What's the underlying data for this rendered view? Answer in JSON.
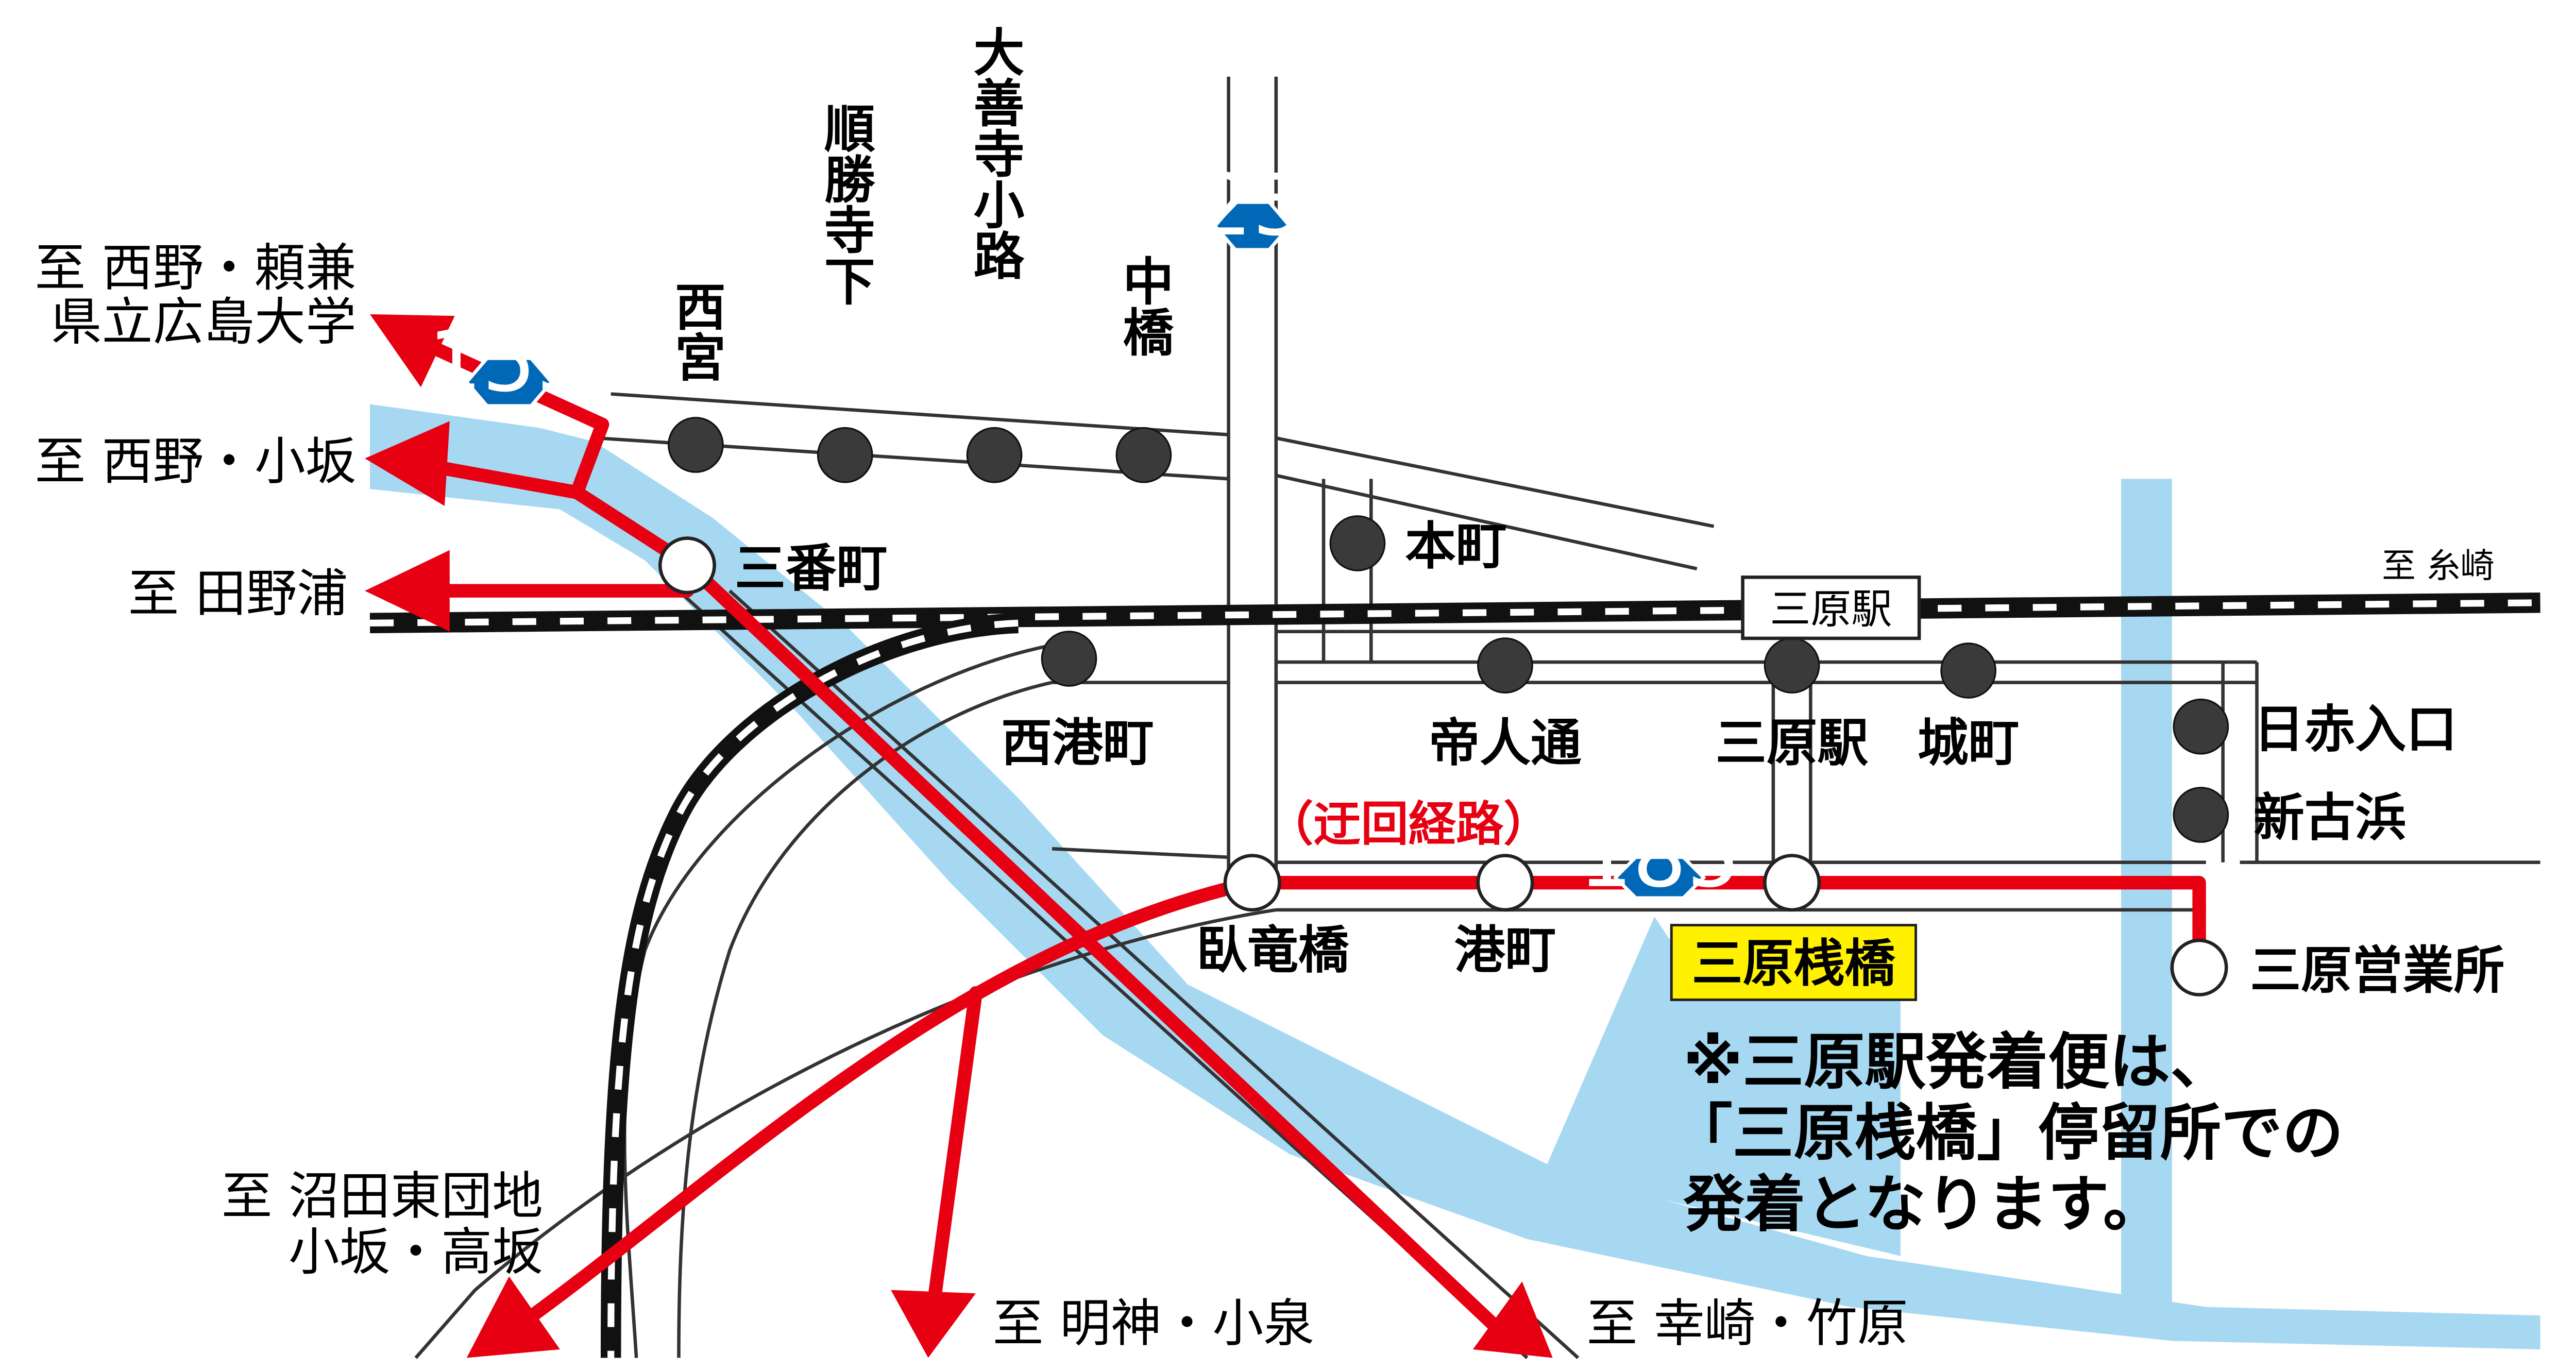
{
  "colors": {
    "route_red": "#e60012",
    "river_blue": "#a7d8f2",
    "road_gray": "#333333",
    "highlight_yellow": "#fff100",
    "shield_blue": "#0068b7",
    "stop_dark": "#3a3a3a"
  },
  "destinations": {
    "nishino_raiken": "至 西野・頼兼",
    "prefectural_univ": "県立広島大学",
    "nishino_kosaka": "至 西野・小坂",
    "tanonoura": "至 田野浦",
    "itozaki": "至 糸崎",
    "numata_line1": "至 沼田東団地",
    "numata_line2": "小坂・高坂",
    "myojin": "至 明神・小泉",
    "kozaki": "至 幸崎・竹原"
  },
  "stops_regular": {
    "nishimiya": "西宮",
    "junshoji": "順勝寺下",
    "daizenji": "大善寺小路",
    "nakabashi": "中橋",
    "honmachi": "本町",
    "nishiminato": "西港町",
    "teijin": "帝人通",
    "mihara_eki": "三原駅",
    "shiromachi": "城町",
    "nisseki": "日赤入口",
    "shinkohama": "新古浜"
  },
  "stops_route": {
    "sanbancho": "三番町",
    "garyukyo": "臥竜橋",
    "minatomachi": "港町",
    "mihara_sanbashi": "三原桟橋",
    "eigyosho": "三原営業所"
  },
  "station": "三原駅",
  "detour_label": "（迂回経路）",
  "route_shields": {
    "r25": "25",
    "r155": "155",
    "r185": "185"
  },
  "notice": {
    "line1": "※三原駅発着便は、",
    "line2": "「三原桟橋」停留所での",
    "line3": "発着となります。"
  }
}
